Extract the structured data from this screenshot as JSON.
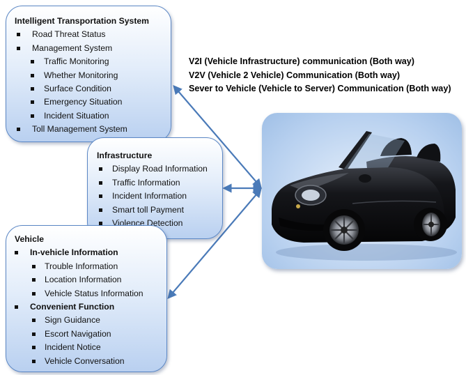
{
  "communication": [
    "V2I (Vehicle Infrastructure) communication  (Both way)",
    "V2V (Vehicle 2 Vehicle) Communication (Both way)",
    "Sever to Vehicle (Vehicle to Server) Communication  (Both way)"
  ],
  "its": {
    "title": "Intelligent Transportation System",
    "items": [
      "Road Threat Status",
      "Management System",
      "Toll Management System"
    ],
    "management_subitems": [
      "Traffic Monitoring",
      "Whether Monitoring",
      "Surface Condition",
      "Emergency Situation",
      "Incident Situation"
    ]
  },
  "infrastructure": {
    "title": "Infrastructure",
    "items": [
      "Display Road Information",
      "Traffic Information",
      "Incident Information",
      "Smart toll Payment",
      "Violence Detection"
    ]
  },
  "vehicle": {
    "title": "Vehicle",
    "groups": [
      {
        "label": "In-vehicle Information",
        "items": [
          "Trouble Information",
          "Location Information",
          "Vehicle Status Information"
        ]
      },
      {
        "label": "Convenient Function",
        "items": [
          "Sign Guidance",
          "Escort Navigation",
          "Incident Notice",
          "Vehicle Conversation"
        ]
      }
    ]
  },
  "colors": {
    "arrow": "#4a7ab8",
    "box_border": "#5b87c5",
    "car_body": "#0c0c0e"
  },
  "car_image": "black-convertible-car-icon"
}
